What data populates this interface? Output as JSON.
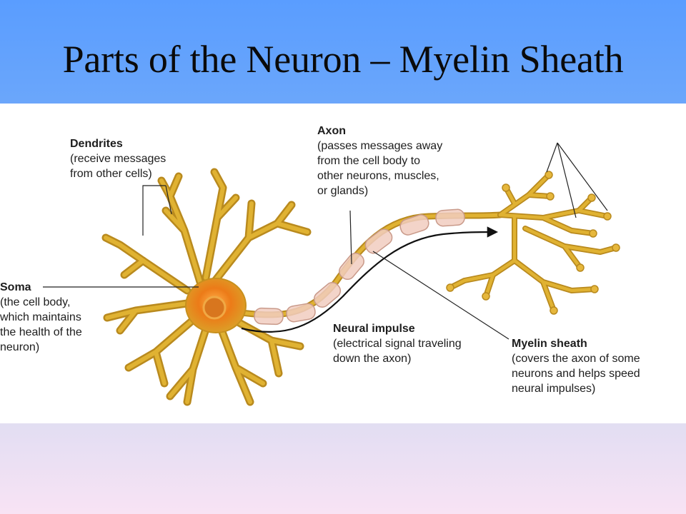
{
  "slide": {
    "title": "Parts of the Neuron – Myelin Sheath"
  },
  "labels": {
    "dendrites": {
      "heading": "Dendrites",
      "description": "(receive messages\nfrom other cells)"
    },
    "axon": {
      "heading": "Axon",
      "description": "(passes messages away\nfrom the cell body to\nother neurons, muscles,\nor glands)"
    },
    "soma": {
      "heading": "Soma",
      "description": "(the cell body,\nwhich maintains\nthe health of the\nneuron)"
    },
    "neural_impulse": {
      "heading": "Neural impulse",
      "description": "(electrical signal traveling\ndown the axon)"
    },
    "myelin_sheath": {
      "heading": "Myelin sheath",
      "description": "(covers the axon of some\nneurons and helps speed\nneural impulses)"
    }
  },
  "colors": {
    "neuron_gold": "#e0b232",
    "neuron_outline": "#b98a1e",
    "soma_core": "#e06a10",
    "myelin_fill": "#f1ccc0",
    "myelin_outline": "#c99a8a"
  }
}
